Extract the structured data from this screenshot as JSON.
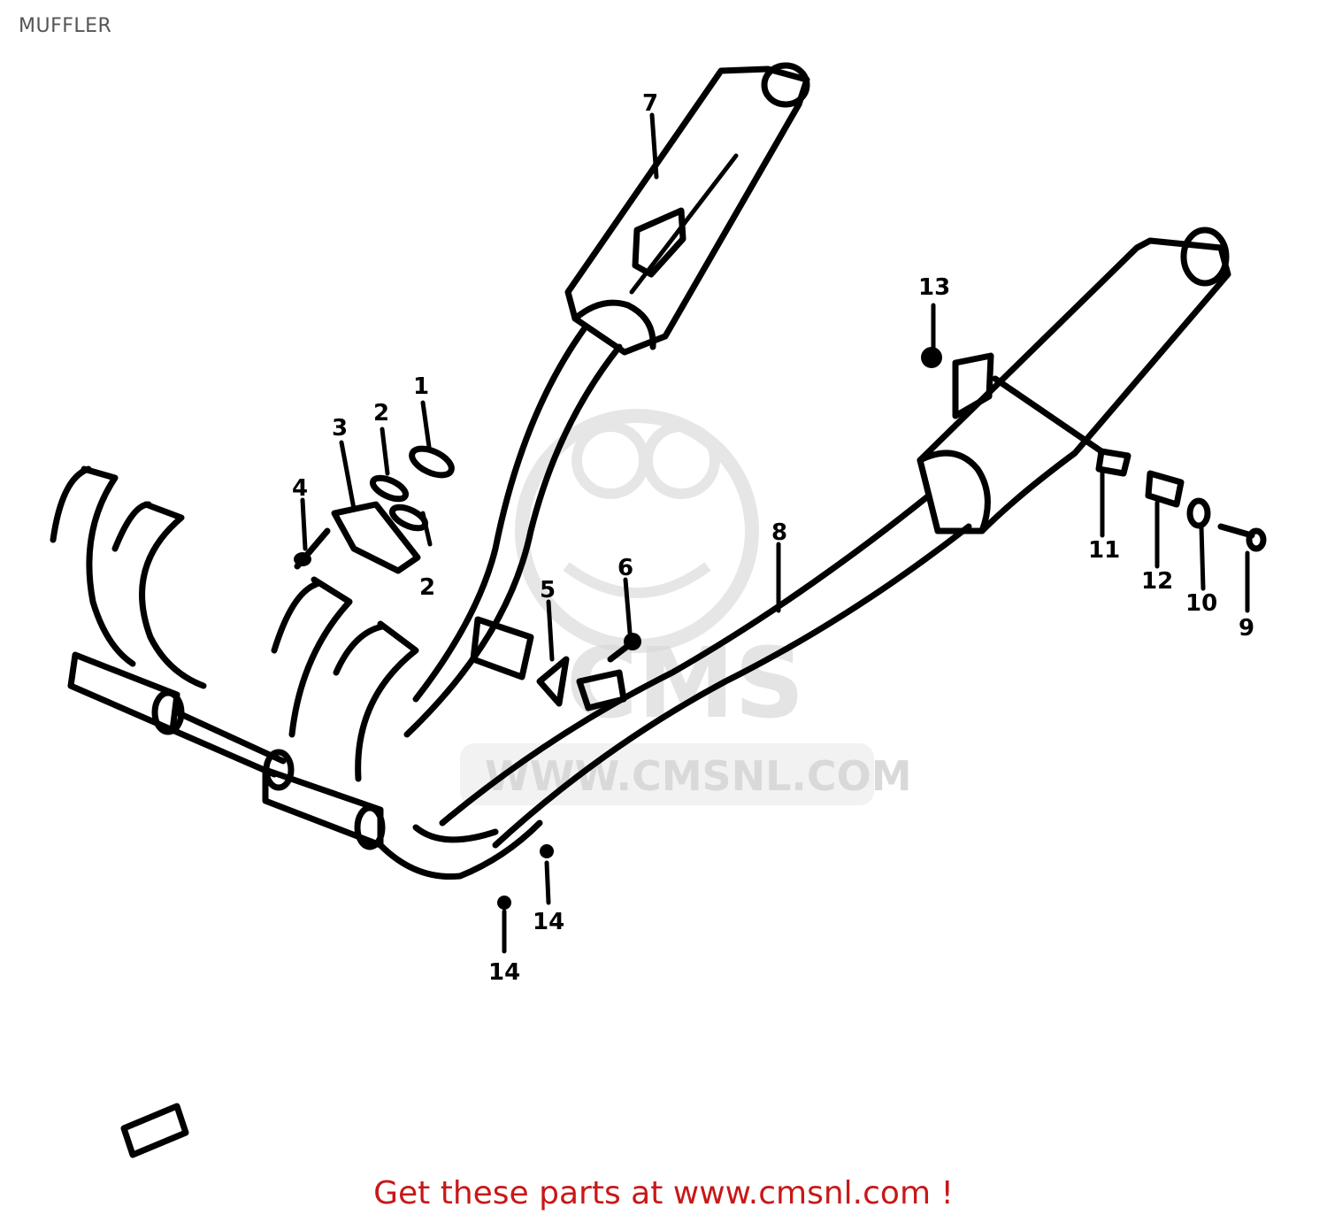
{
  "page": {
    "title": "MUFFLER"
  },
  "diagram": {
    "callouts": [
      {
        "id": "c1",
        "label": "1"
      },
      {
        "id": "c2a",
        "label": "2"
      },
      {
        "id": "c2b",
        "label": "2"
      },
      {
        "id": "c3",
        "label": "3"
      },
      {
        "id": "c4",
        "label": "4"
      },
      {
        "id": "c5",
        "label": "5"
      },
      {
        "id": "c6",
        "label": "6"
      },
      {
        "id": "c7",
        "label": "7"
      },
      {
        "id": "c8",
        "label": "8"
      },
      {
        "id": "c9",
        "label": "9"
      },
      {
        "id": "c10",
        "label": "10"
      },
      {
        "id": "c11",
        "label": "11"
      },
      {
        "id": "c12",
        "label": "12"
      },
      {
        "id": "c13",
        "label": "13"
      },
      {
        "id": "c14a",
        "label": "14"
      },
      {
        "id": "c14b",
        "label": "14"
      }
    ]
  },
  "watermark": {
    "brand": "CMS",
    "url": "WWW.CMSNL.COM"
  },
  "footer": {
    "link_text": "Get these parts at www.cmsnl.com !",
    "link_color": "#c81818"
  }
}
